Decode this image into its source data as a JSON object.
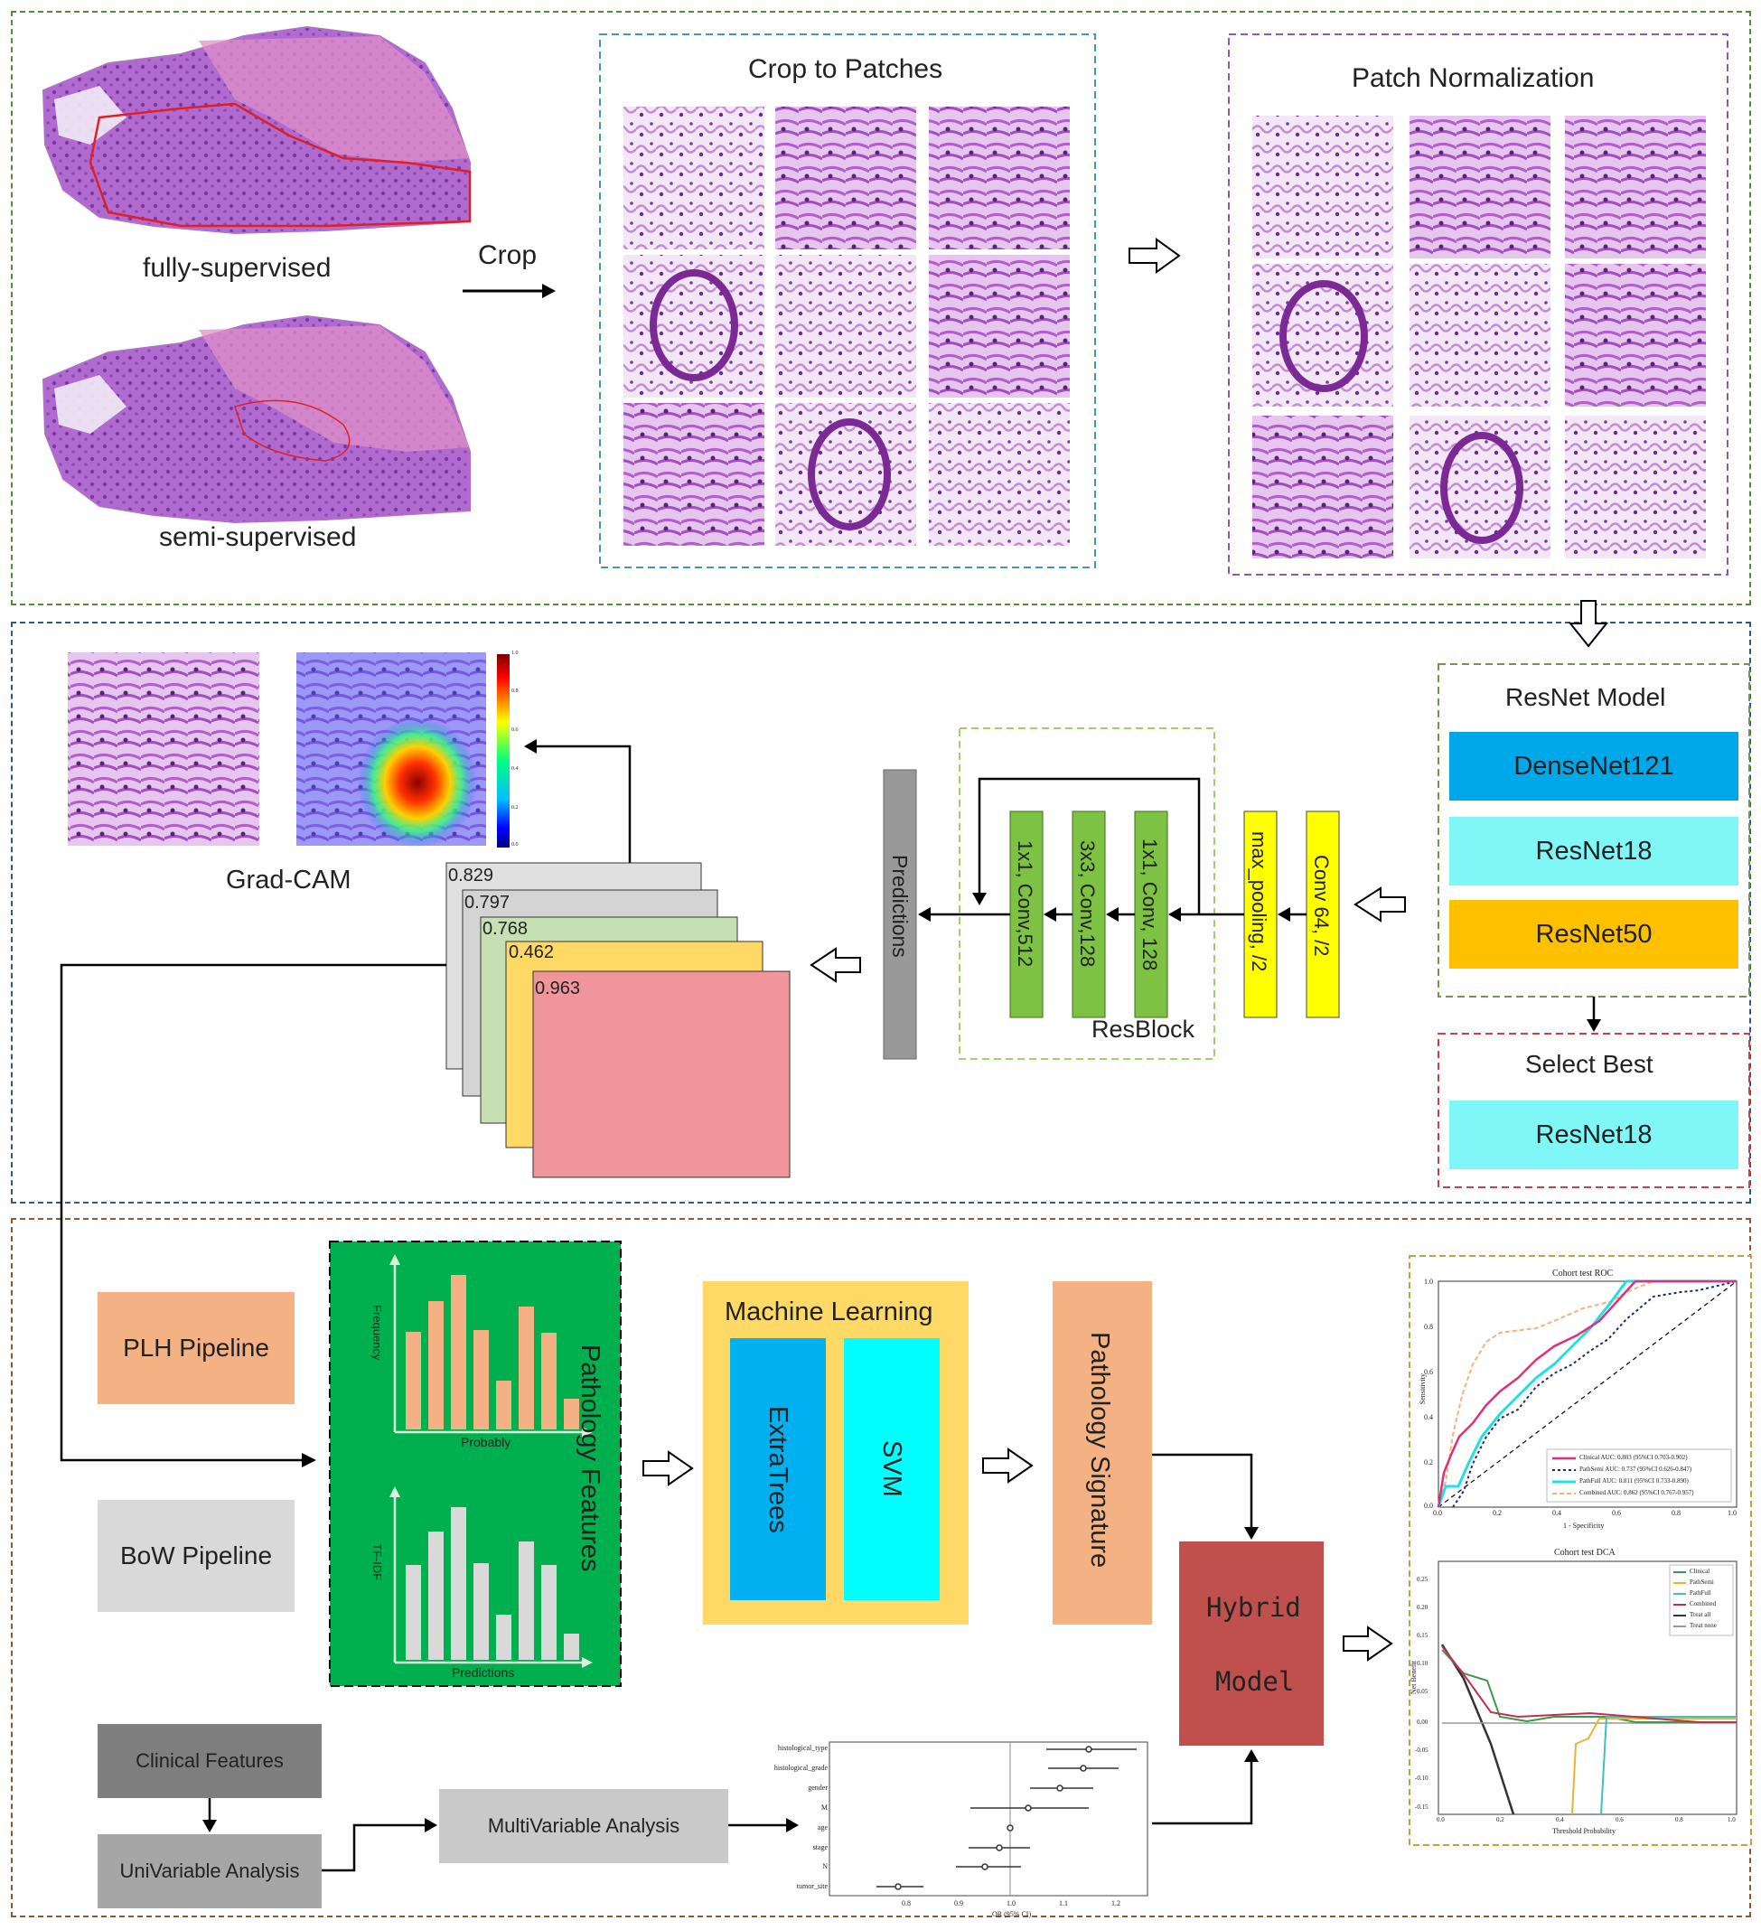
{
  "top": {
    "fully_label": "fully-supervised",
    "semi_label": "semi-supervised",
    "crop_label": "Crop",
    "crop_patches_title": "Crop to Patches",
    "patch_norm_title": "Patch Normalization"
  },
  "middle": {
    "gradcam_label": "Grad-CAM",
    "scores": [
      "0.829",
      "0.797",
      "0.768",
      "0.462",
      "0.963"
    ],
    "predictions_label": "Predictions",
    "resblock_label": "ResBlock",
    "layers": [
      "1x1, Conv,512",
      "3x3, Conv,128",
      "1x1, Conv, 128",
      "max_pooling, /2",
      "Conv 64, /2"
    ],
    "colorbar_ticks": [
      "1.0",
      "0.8",
      "0.6",
      "0.4",
      "0.2",
      "0.0"
    ],
    "resnet_model_title": "ResNet Model",
    "models": [
      "DenseNet121",
      "ResNet18",
      "ResNet50"
    ],
    "select_best_title": "Select Best",
    "best_model": "ResNet18"
  },
  "bottom": {
    "plh_pipeline": "PLH Pipeline",
    "bow_pipeline": "BoW Pipeline",
    "pathology_features": "Pathology Features",
    "hist1_ylabel": "Frequency",
    "hist1_xlabel": "Probably",
    "hist2_ylabel": "TF-IDF",
    "hist2_xlabel": "Predictions",
    "ml_title": "Machine Learning",
    "ml_models": [
      "ExtraTrees",
      "SVM"
    ],
    "pathology_signature": "Pathology Signature",
    "hybrid_model_line1": "Hybrid",
    "hybrid_model_line2": "Model",
    "clinical_features": "Clinical Features",
    "univariable": "UniVariable Analysis",
    "multivariable": "MultiVariable Analysis"
  },
  "roc": {
    "title": "Cohort test ROC",
    "ylabel": "Sensitivity",
    "xlabel": "1 - Specificity",
    "ticks": [
      "0.0",
      "0.2",
      "0.4",
      "0.6",
      "0.8",
      "1.0"
    ],
    "legend": [
      "Clinical AUC: 0.803 (95%CI 0.703-0.902)",
      "PathSemi AUC: 0.737 (95%CI 0.626-0.847)",
      "PathFull AUC: 0.811 (95%CI 0.733-0.890)",
      "Combined AUC: 0.862 (95%CI 0.767-0.957)"
    ]
  },
  "dca": {
    "title": "Cohort test DCA",
    "ylabel": "Net Benefit",
    "xlabel": "Threshold Probability",
    "yticks": [
      "0.25",
      "0.20",
      "0.15",
      "0.10",
      "0.05",
      "0.00",
      "-0.05",
      "-0.10",
      "-0.15"
    ],
    "xticks": [
      "0.0",
      "0.2",
      "0.4",
      "0.6",
      "0.8",
      "1.0"
    ],
    "legend": [
      "Clinical",
      "PathSemi",
      "PathFull",
      "Combined",
      "Treat all",
      "Treat none"
    ]
  },
  "forest": {
    "rows": [
      "histological_type",
      "histological_grade",
      "gender",
      "M",
      "age",
      "stage",
      "N",
      "tumor_site"
    ],
    "xlabel": "OR (95% CI)",
    "xticks": [
      "0.8",
      "0.9",
      "1.0",
      "1.1",
      "1.2"
    ]
  },
  "colors": {
    "green_box": "#00b04f",
    "ml_yellow": "#ffd966",
    "extratrees": "#00b0f0",
    "svm": "#00ffff",
    "salmon": "#f4b183",
    "hybrid": "#c0504d",
    "conv_green": "#7dc242",
    "conv_yellow": "#ffff00",
    "densenet": "#00b0f0",
    "resnet18": "#7ff7f7",
    "resnet50": "#ffc000"
  }
}
